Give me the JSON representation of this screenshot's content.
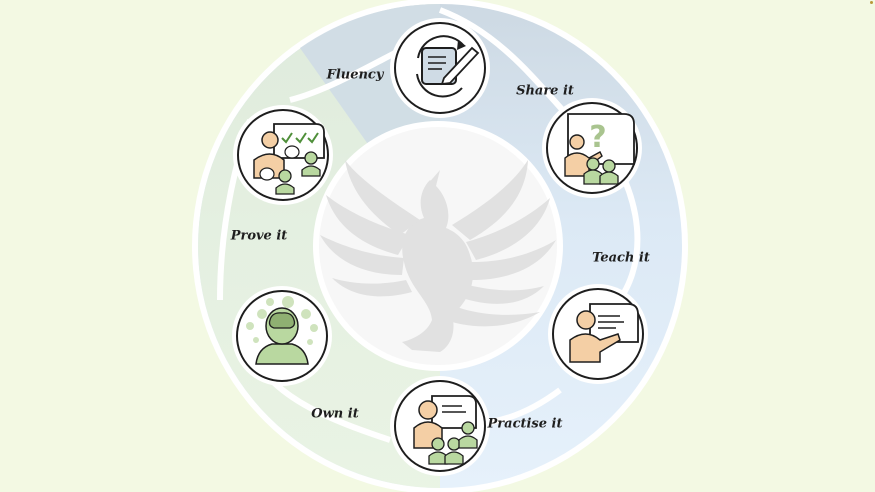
{
  "cycle": {
    "stages": [
      {
        "id": "fluency",
        "label": "Fluency",
        "icon": "notepad-pencil-icon"
      },
      {
        "id": "share-it",
        "label": "Share it",
        "icon": "question-board-icon"
      },
      {
        "id": "teach-it",
        "label": "Teach it",
        "icon": "teacher-board-icon"
      },
      {
        "id": "practise-it",
        "label": "Practise it",
        "icon": "teacher-students-icon"
      },
      {
        "id": "own-it",
        "label": "Own it",
        "icon": "brain-head-icon"
      },
      {
        "id": "prove-it",
        "label": "Prove it",
        "icon": "checkmark-discussion-icon"
      }
    ],
    "center_logo": "phoenix-logo"
  },
  "colors": {
    "background": "#f3f9e3",
    "ring_blue_dark": "#cdd9e3",
    "ring_blue": "#d7e5f1",
    "ring_blue_light": "#e0eef9",
    "ring_green": "#e5f0dc",
    "skin": "#f4cfa5",
    "student_green": "#b9d8a0",
    "logo_grey": "#e2e2e2"
  }
}
